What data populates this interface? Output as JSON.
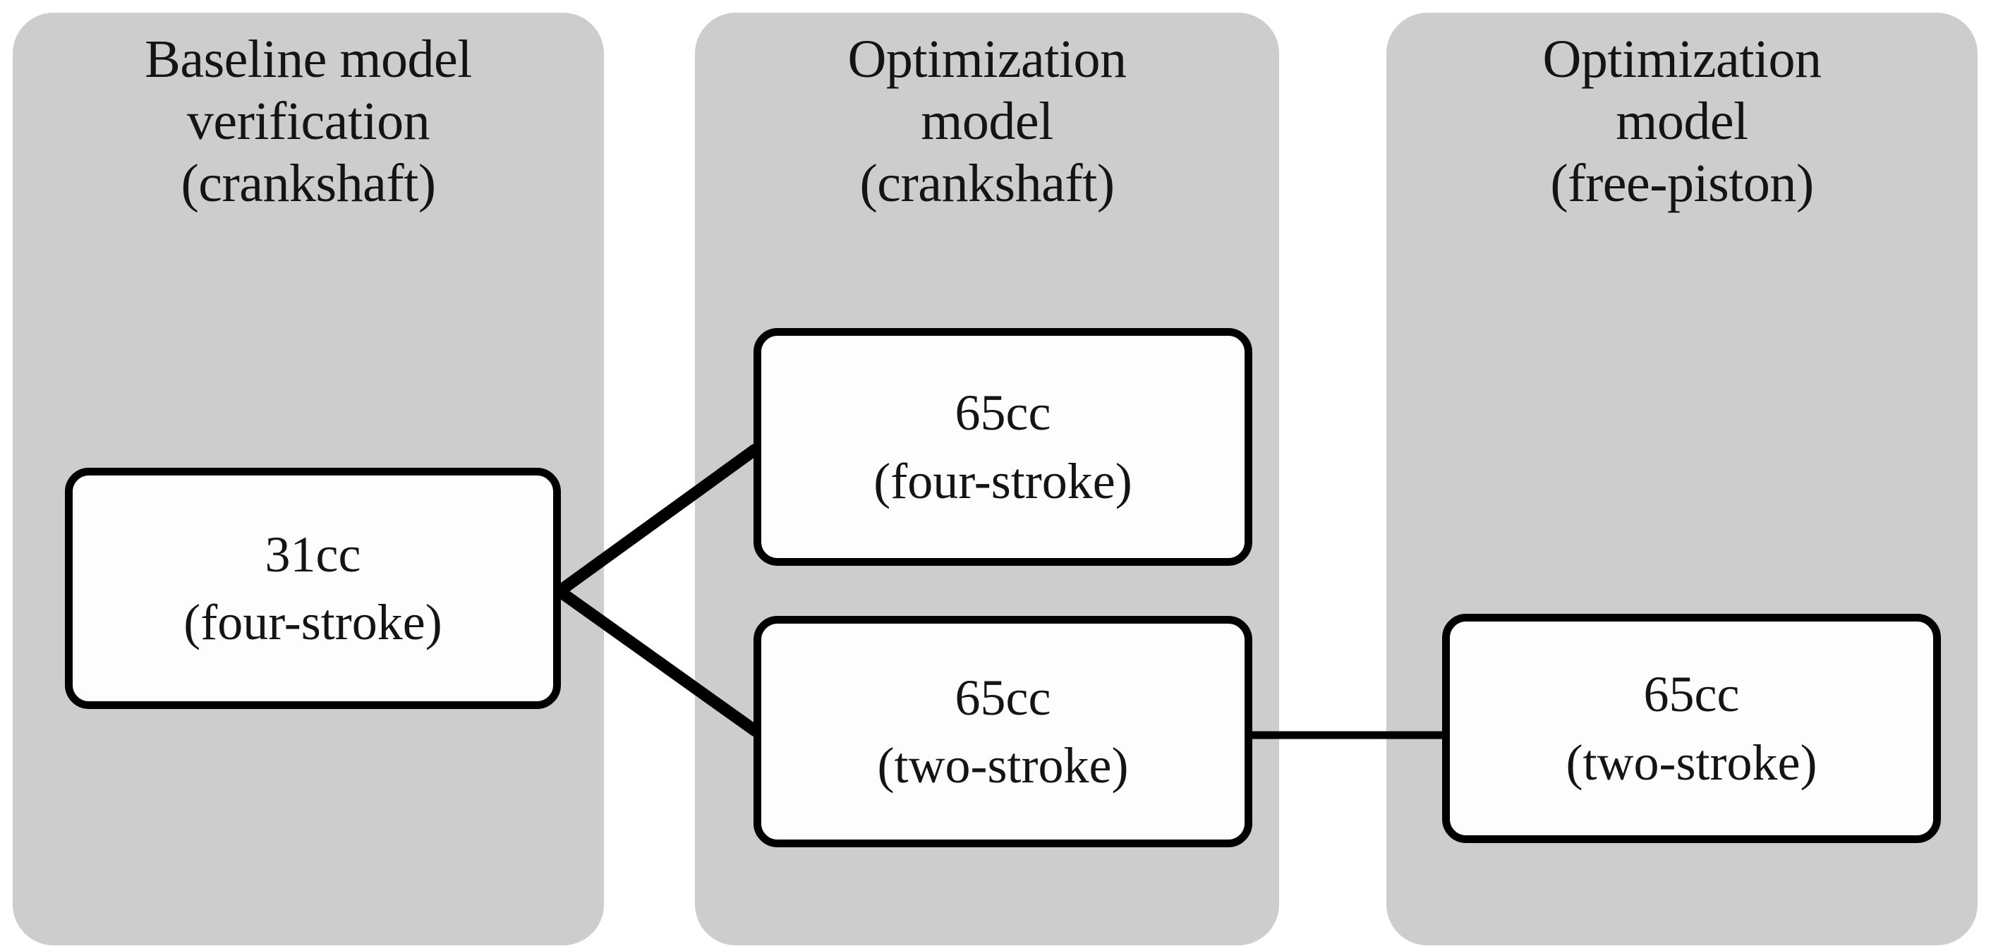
{
  "diagram": {
    "title_implied": "Model verification and optimization workflow",
    "background_color": "#ffffff",
    "panel_color": "#cdcdcd",
    "node_fill_color": "#fdfdfd",
    "node_border_color": "#000000",
    "text_color": "#141414",
    "panels": [
      {
        "id": "baseline",
        "title": "Baseline model\nverification\n(crankshaft)",
        "title_lines": [
          "Baseline model",
          "verification",
          "(crankshaft)"
        ]
      },
      {
        "id": "optimization-crankshaft",
        "title": "Optimization\nmodel\n(crankshaft)",
        "title_lines": [
          "Optimization",
          "model",
          "(crankshaft)"
        ]
      },
      {
        "id": "optimization-free-piston",
        "title": "Optimization\nmodel\n(free-piston)",
        "title_lines": [
          "Optimization",
          "model",
          "(free-piston)"
        ]
      }
    ],
    "nodes": [
      {
        "id": "node-31cc-four-stroke",
        "panel": "baseline",
        "displacement": "31cc",
        "cycle": "(four-stroke)"
      },
      {
        "id": "node-65cc-four-stroke",
        "panel": "optimization-crankshaft",
        "displacement": "65cc",
        "cycle": "(four-stroke)"
      },
      {
        "id": "node-65cc-two-stroke-crankshaft",
        "panel": "optimization-crankshaft",
        "displacement": "65cc",
        "cycle": "(two-stroke)"
      },
      {
        "id": "node-65cc-two-stroke-free-piston",
        "panel": "optimization-free-piston",
        "displacement": "65cc",
        "cycle": "(two-stroke)"
      }
    ],
    "connectors": [
      {
        "id": "edge-31cc-to-65cc-four-stroke",
        "from": "node-31cc-four-stroke",
        "to": "node-65cc-four-stroke",
        "style": "thick-diagonal"
      },
      {
        "id": "edge-31cc-to-65cc-two-stroke",
        "from": "node-31cc-four-stroke",
        "to": "node-65cc-two-stroke-crankshaft",
        "style": "thick-diagonal"
      },
      {
        "id": "edge-crankshaft-two-stroke-to-free-piston",
        "from": "node-65cc-two-stroke-crankshaft",
        "to": "node-65cc-two-stroke-free-piston",
        "style": "thin-horizontal"
      }
    ]
  }
}
